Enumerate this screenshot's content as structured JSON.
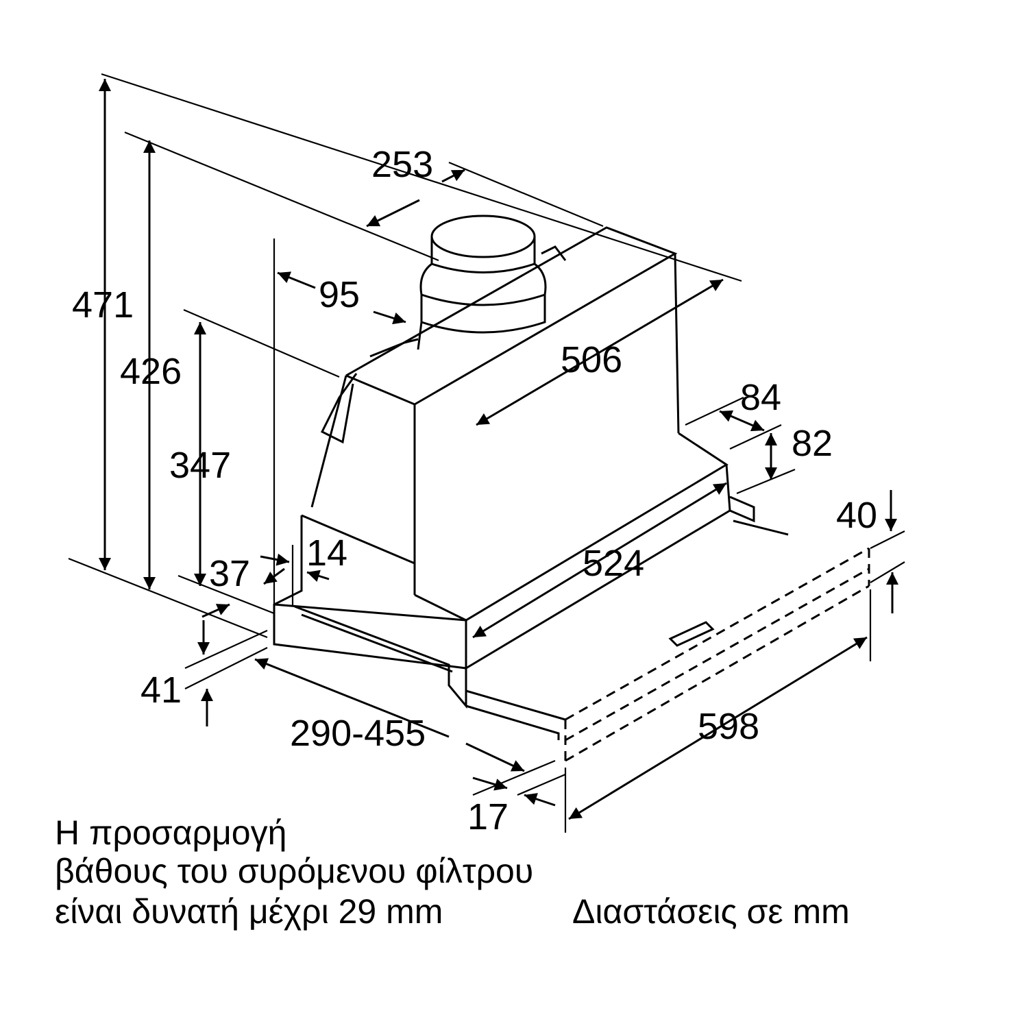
{
  "drawing": {
    "title": "Range hood dimension drawing",
    "unit": "mm",
    "dimensions": {
      "total_height": "471",
      "height_426": "426",
      "height_347": "347",
      "duct_width": "253",
      "duct_offset": "95",
      "depth_506": "506",
      "depth_84": "84",
      "height_82": "82",
      "height_40": "40",
      "width_524": "524",
      "offset_37": "37",
      "offset_14": "14",
      "height_41": "41",
      "extension_range": "290-455",
      "offset_17": "17",
      "total_width": "598"
    }
  },
  "notes": {
    "adjustment_line1": "Η προσαρμογή",
    "adjustment_line2": "βάθους του συρόμενου φίλτρου",
    "adjustment_line3": "είναι δυνατή μέχρι 29 mm",
    "units_note": "Διαστάσεις σε mm"
  }
}
